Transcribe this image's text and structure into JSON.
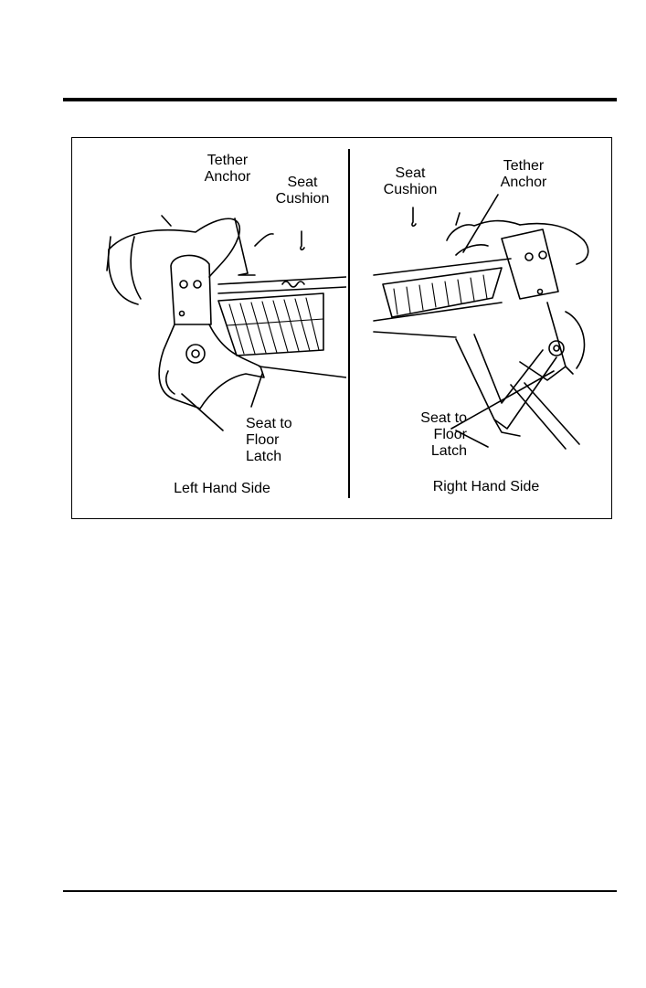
{
  "figure": {
    "left": {
      "tether_anchor": "Tether Anchor",
      "seat_cushion": "Seat Cushion",
      "seat_to_floor_latch": "Seat to Floor Latch",
      "caption": "Left Hand Side"
    },
    "right": {
      "seat_cushion": "Seat Cushion",
      "tether_anchor": "Tether Anchor",
      "seat_to_floor_latch": "Seat to Floor Latch",
      "caption": "Right Hand Side"
    }
  }
}
